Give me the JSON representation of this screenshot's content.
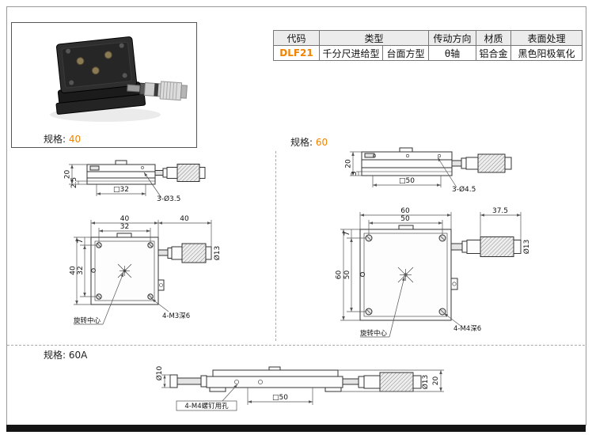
{
  "colors": {
    "accent": "#f08300",
    "line": "#333333"
  },
  "photo_box": {
    "spec_label": "规格:",
    "spec_value": "40"
  },
  "table": {
    "headers": {
      "code": "代码",
      "type": "类型",
      "drive": "传动方向",
      "material": "材质",
      "surface": "表面处理"
    },
    "row": {
      "code": "DLF21",
      "type_feed": "千分尺进给型",
      "type_table": "台面方型",
      "drive": "θ轴",
      "material": "铝合金",
      "surface": "黑色阳极氧化"
    }
  },
  "sections": {
    "spec60": {
      "label": "规格:",
      "value": "60"
    },
    "spec60a": {
      "label": "规格:",
      "value": "60A"
    }
  },
  "dims": {
    "s40side": {
      "height": "20",
      "base": "2.5",
      "width": "□32",
      "holes": "3-Ø3.5"
    },
    "s40top": {
      "w_outer": "40",
      "w_inner": "32",
      "travel": "40",
      "edge": "7",
      "h_outer": "40",
      "h_inner": "32",
      "barrel": "Ø13",
      "center": "旋转中心",
      "holes": "4-M3深6"
    },
    "s60side": {
      "height": "20",
      "base": "3",
      "width": "□50",
      "holes": "3-Ø4.5"
    },
    "s60top": {
      "w_outer": "60",
      "w_inner": "50",
      "travel": "37.5",
      "edge": "7",
      "h_outer": "60",
      "h_inner": "50",
      "barrel": "Ø13",
      "center": "旋转中心",
      "holes": "4-M4深6"
    },
    "s60aside": {
      "dia_left": "Ø10",
      "screw_holes": "4-M4螺钉用孔",
      "width": "□50",
      "barrel": "Ø13",
      "height": "20"
    }
  }
}
